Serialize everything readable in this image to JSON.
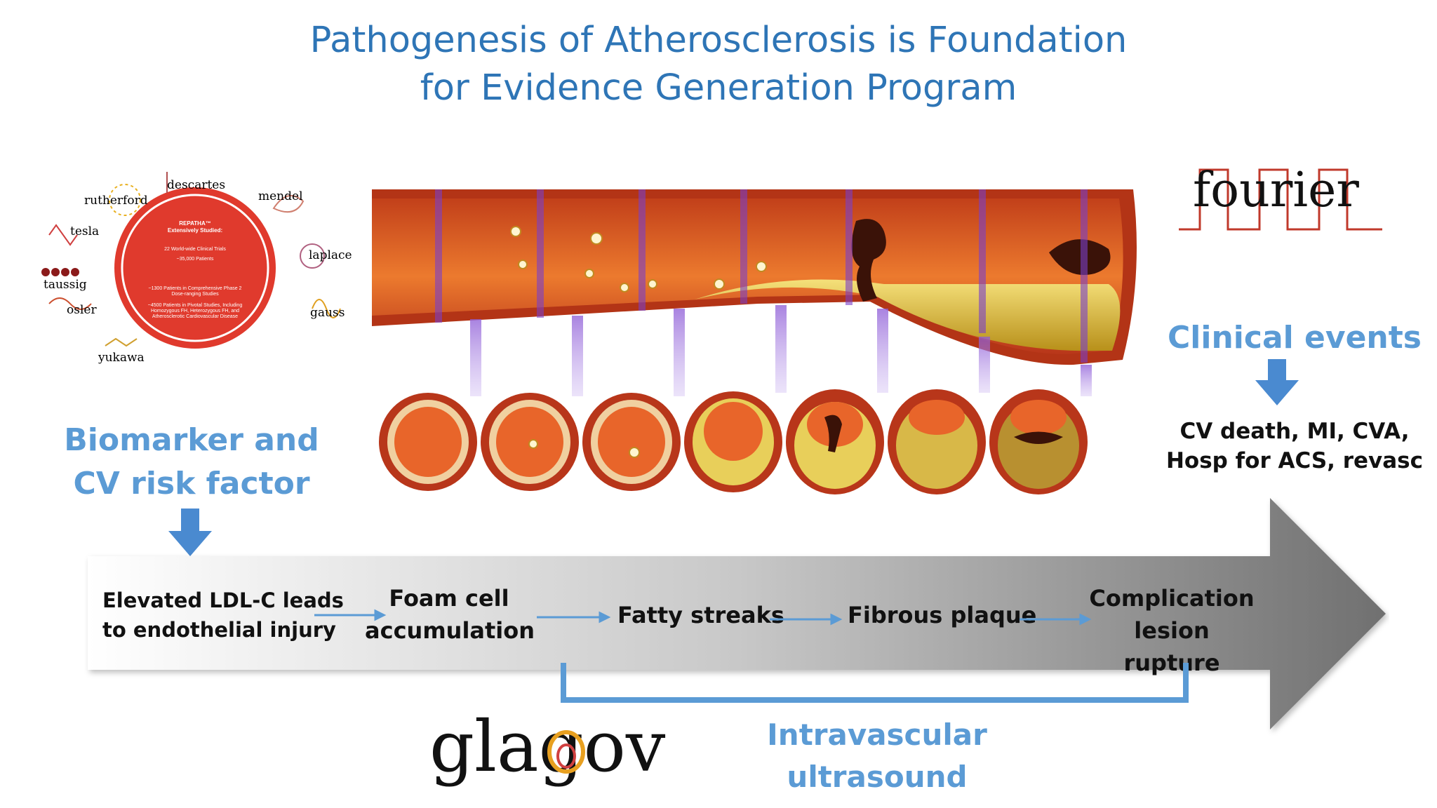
{
  "title_line1": "Pathogenesis of Atherosclerosis is Foundation",
  "title_line2": "for Evidence Generation Program",
  "biomarker_line1": "Biomarker and",
  "biomarker_line2": "CV risk factor",
  "clinical_events": "Clinical events",
  "events_line1": "CV death, MI, CVA,",
  "events_line2": "Hosp for ACS, revasc",
  "stages": [
    {
      "line1": "Elevated LDL-C leads",
      "line2": "to endothelial injury"
    },
    {
      "line1": "Foam cell",
      "line2": "accumulation"
    },
    {
      "line1": "Fatty streaks",
      "line2": ""
    },
    {
      "line1": "Fibrous plaque",
      "line2": ""
    },
    {
      "line1": "Complication",
      "line2": "lesion rupture"
    }
  ],
  "ivus_label": "Intravascular ultrasound",
  "logo_fourier": "fourier",
  "logo_glagov": "glagov",
  "repatha_circle": {
    "heading1": "REPATHA™",
    "heading2": "Extensively Studied:",
    "lines": [
      "22 World-wide Clinical Trials",
      "~35,000 Patients",
      "~1300 Patients in Comprehensive Phase 2",
      "Dose-ranging Studies",
      "~4500 Patients in Pivotal Studies, Including",
      "Homozygous FH, Heterozygous FH, and",
      "Atherosclerotic Cardiovascular Disease"
    ]
  },
  "trial_names": [
    "rutherford",
    "descartes",
    "mendel",
    "tesla",
    "laplace",
    "taussig",
    "osler",
    "gauss",
    "yukawa"
  ],
  "colors": {
    "title_blue": "#2e75b6",
    "accent_blue": "#5b9bd5",
    "repatha_red": "#e03a2d"
  }
}
